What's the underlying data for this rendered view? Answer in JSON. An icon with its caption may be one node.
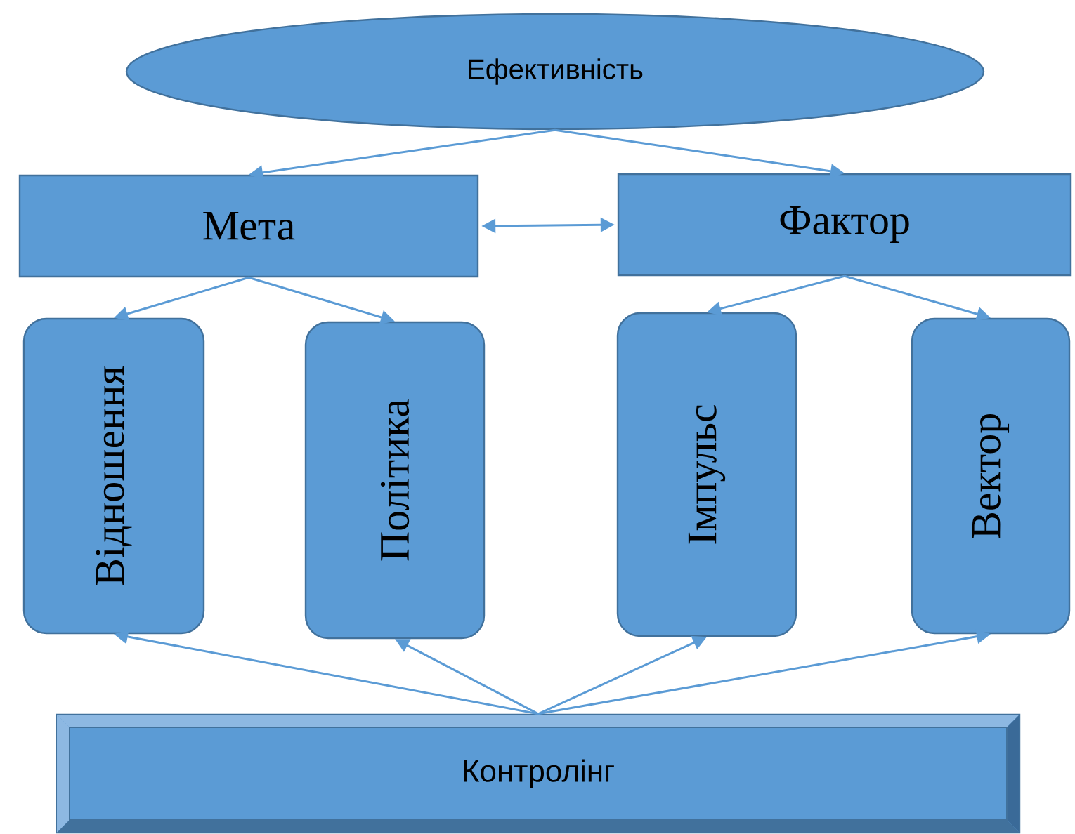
{
  "diagram": {
    "nodes": [
      {
        "text": [
          "Ефективність"
        ]
      },
      {
        "text": [
          "Мета"
        ]
      },
      {
        "text": [
          "Фактор"
        ]
      },
      {
        "text": [
          "Відношення"
        ]
      },
      {
        "text": [
          "Політика"
        ]
      },
      {
        "text": [
          "Імпульс"
        ]
      },
      {
        "text": [
          "Вектор"
        ]
      },
      {
        "text": [
          "Контролінг"
        ]
      }
    ],
    "edges": [
      {
        "from": 0,
        "to": 1,
        "arrow": "to"
      },
      {
        "from": 0,
        "to": 2,
        "arrow": "to"
      },
      {
        "from": 1,
        "to": 2,
        "arrow": "both"
      },
      {
        "from": 1,
        "to": 3,
        "arrow": "to"
      },
      {
        "from": 1,
        "to": 4,
        "arrow": "to"
      },
      {
        "from": 2,
        "to": 5,
        "arrow": "to"
      },
      {
        "from": 2,
        "to": 6,
        "arrow": "to"
      },
      {
        "from": 7,
        "to": 3,
        "arrow": "to"
      },
      {
        "from": 7,
        "to": 4,
        "arrow": "to"
      },
      {
        "from": 7,
        "to": 5,
        "arrow": "to"
      },
      {
        "from": 7,
        "to": 6,
        "arrow": "to"
      }
    ]
  }
}
